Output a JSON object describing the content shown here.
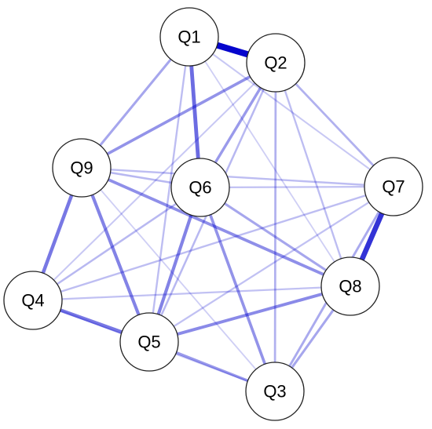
{
  "diagram": {
    "type": "network",
    "edge_color": "#0000cc",
    "node_fill": "#ffffff",
    "node_stroke": "#222222",
    "nodes": [
      {
        "id": "Q1",
        "label": "Q1"
      },
      {
        "id": "Q2",
        "label": "Q2"
      },
      {
        "id": "Q3",
        "label": "Q3"
      },
      {
        "id": "Q4",
        "label": "Q4"
      },
      {
        "id": "Q5",
        "label": "Q5"
      },
      {
        "id": "Q6",
        "label": "Q6"
      },
      {
        "id": "Q7",
        "label": "Q7"
      },
      {
        "id": "Q8",
        "label": "Q8"
      },
      {
        "id": "Q9",
        "label": "Q9"
      }
    ],
    "edges": [
      {
        "source": "Q1",
        "target": "Q2",
        "weight": 1.0
      },
      {
        "source": "Q7",
        "target": "Q8",
        "weight": 0.8
      },
      {
        "source": "Q1",
        "target": "Q6",
        "weight": 0.55
      },
      {
        "source": "Q9",
        "target": "Q4",
        "weight": 0.5
      },
      {
        "source": "Q4",
        "target": "Q5",
        "weight": 0.5
      },
      {
        "source": "Q9",
        "target": "Q5",
        "weight": 0.45
      },
      {
        "source": "Q6",
        "target": "Q5",
        "weight": 0.45
      },
      {
        "source": "Q5",
        "target": "Q8",
        "weight": 0.42
      },
      {
        "source": "Q9",
        "target": "Q8",
        "weight": 0.4
      },
      {
        "source": "Q2",
        "target": "Q9",
        "weight": 0.38
      },
      {
        "source": "Q6",
        "target": "Q3",
        "weight": 0.38
      },
      {
        "source": "Q2",
        "target": "Q6",
        "weight": 0.35
      },
      {
        "source": "Q5",
        "target": "Q3",
        "weight": 0.35
      },
      {
        "source": "Q1",
        "target": "Q9",
        "weight": 0.3
      },
      {
        "source": "Q6",
        "target": "Q8",
        "weight": 0.3
      },
      {
        "source": "Q8",
        "target": "Q3",
        "weight": 0.3
      },
      {
        "source": "Q7",
        "target": "Q3",
        "weight": 0.28
      },
      {
        "source": "Q2",
        "target": "Q7",
        "weight": 0.25
      },
      {
        "source": "Q2",
        "target": "Q3",
        "weight": 0.25
      },
      {
        "source": "Q2",
        "target": "Q5",
        "weight": 0.22
      },
      {
        "source": "Q9",
        "target": "Q6",
        "weight": 0.22
      },
      {
        "source": "Q6",
        "target": "Q4",
        "weight": 0.22
      },
      {
        "source": "Q1",
        "target": "Q5",
        "weight": 0.2
      },
      {
        "source": "Q2",
        "target": "Q8",
        "weight": 0.2
      },
      {
        "source": "Q9",
        "target": "Q7",
        "weight": 0.2
      },
      {
        "source": "Q4",
        "target": "Q7",
        "weight": 0.2
      },
      {
        "source": "Q6",
        "target": "Q7",
        "weight": 0.18
      },
      {
        "source": "Q5",
        "target": "Q7",
        "weight": 0.18
      },
      {
        "source": "Q4",
        "target": "Q8",
        "weight": 0.18
      },
      {
        "source": "Q1",
        "target": "Q7",
        "weight": 0.15
      },
      {
        "source": "Q4",
        "target": "Q3",
        "weight": 0.15
      },
      {
        "source": "Q2",
        "target": "Q4",
        "weight": 0.15
      },
      {
        "source": "Q1",
        "target": "Q8",
        "weight": 0.12
      },
      {
        "source": "Q9",
        "target": "Q3",
        "weight": 0.12
      }
    ]
  }
}
